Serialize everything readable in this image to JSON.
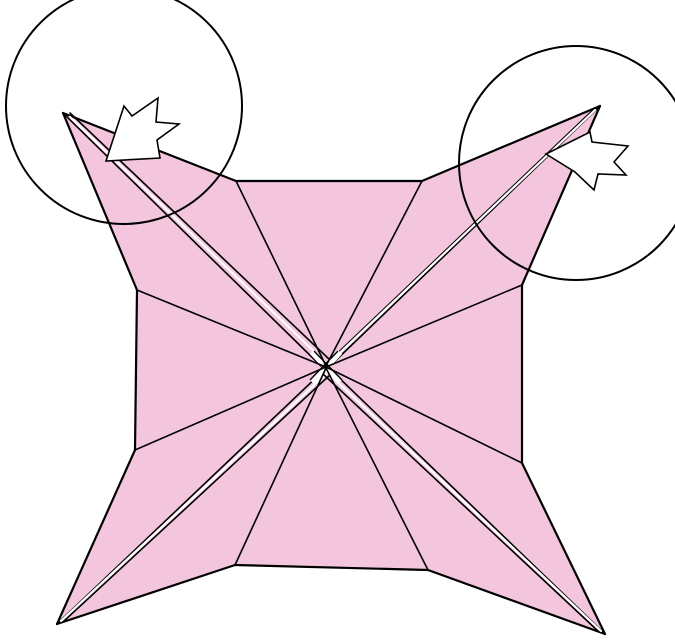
{
  "diagram": {
    "type": "origami-fold-step",
    "paper_color": "#f3c6de",
    "line_color": "#000000",
    "background": "#ffffff",
    "highlights": [
      {
        "name": "top-left-corner",
        "arrow": "fold-inward"
      },
      {
        "name": "top-right-corner",
        "arrow": "fold-inward"
      }
    ]
  }
}
